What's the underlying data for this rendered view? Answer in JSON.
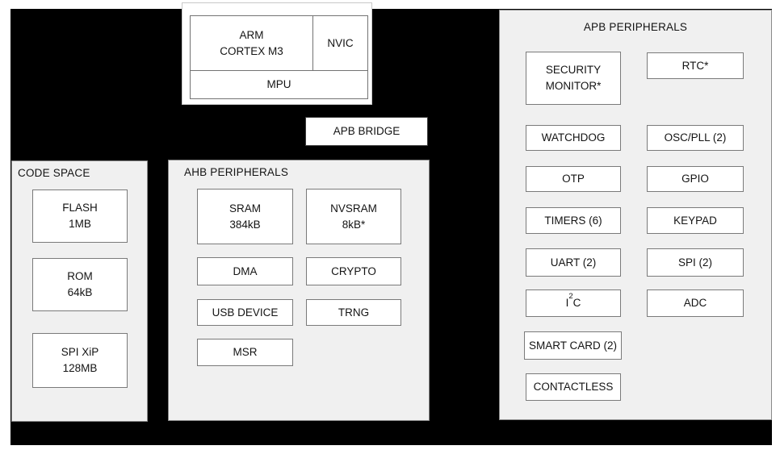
{
  "cpu": {
    "core_line1": "ARM",
    "core_line2": "CORTEX M3",
    "nvic": "NVIC",
    "mpu": "MPU"
  },
  "apb_bridge": {
    "label": "APB BRIDGE"
  },
  "code_space": {
    "title": "CODE SPACE",
    "flash": {
      "line1": "FLASH",
      "line2": "1MB"
    },
    "rom": {
      "line1": "ROM",
      "line2": "64kB"
    },
    "spi_xip": {
      "line1": "SPI XiP",
      "line2": "128MB"
    }
  },
  "ahb": {
    "title": "AHB PERIPHERALS",
    "sram": {
      "line1": "SRAM",
      "line2": "384kB"
    },
    "nvsram": {
      "line1": "NVSRAM",
      "line2": "8kB*"
    },
    "dma": "DMA",
    "crypto": "CRYPTO",
    "usb": "USB DEVICE",
    "trng": "TRNG",
    "msr": "MSR"
  },
  "apb": {
    "title": "APB PERIPHERALS",
    "security": {
      "line1": "SECURITY",
      "line2": "MONITOR*"
    },
    "rtc": "RTC*",
    "watchdog": "WATCHDOG",
    "oscpll": "OSC/PLL (2)",
    "otp": "OTP",
    "gpio": "GPIO",
    "timers": "TIMERS (6)",
    "keypad": "KEYPAD",
    "uart": "UART (2)",
    "spi": "SPI (2)",
    "i2c": {
      "pre": "I",
      "sup": "2",
      "post": "C"
    },
    "adc": "ADC",
    "smartcard": "SMART CARD (2)",
    "contactless": "CONTACTLESS"
  },
  "colors": {
    "background": "#000000",
    "panel_fill": "#f0f0f0",
    "box_fill": "#ffffff",
    "box_border": "#7a7a7a",
    "text": "#141414"
  }
}
